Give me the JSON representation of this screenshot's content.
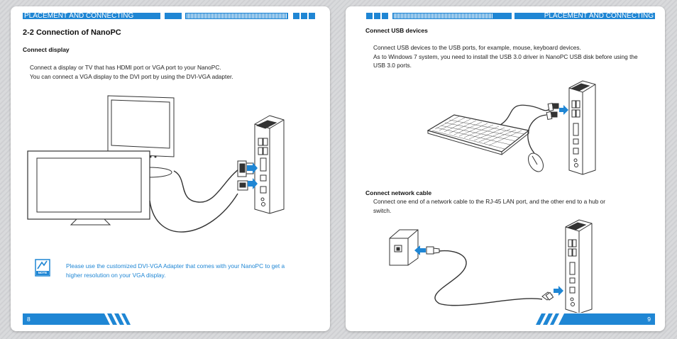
{
  "colors": {
    "accent": "#1f86d4",
    "text": "#222222"
  },
  "left_page": {
    "header": "PLACEMENT AND CONNECTING",
    "section_title": "2-2  Connection of NanoPC",
    "subheading": "Connect display",
    "paragraph_lines": [
      "Connect a display or TV that has HDMI port or VGA port to your NanoPC.",
      "You can connect a VGA display to the DVI port by using the DVI-VGA adapter."
    ],
    "note_icon_label": "NOTE",
    "note_lines": [
      "Please use the customized DVI-VGA Adapter that comes with your NanoPC to get a",
      "higher resolution on your VGA display."
    ],
    "page_number": "8"
  },
  "right_page": {
    "header": "PLACEMENT AND CONNECTING",
    "usb_heading": "Connect USB devices",
    "usb_lines": [
      "Connect USB devices to the USB ports, for example, mouse, keyboard devices.",
      "As to Windows 7 system, you need to install the USB 3.0 driver in NanoPC USB disk before using the",
      "USB 3.0 ports."
    ],
    "network_heading": "Connect network cable",
    "network_lines": [
      "Connect one end of a network cable to the RJ-45 LAN port, and the other end to a hub or",
      "switch."
    ],
    "page_number": "9"
  }
}
